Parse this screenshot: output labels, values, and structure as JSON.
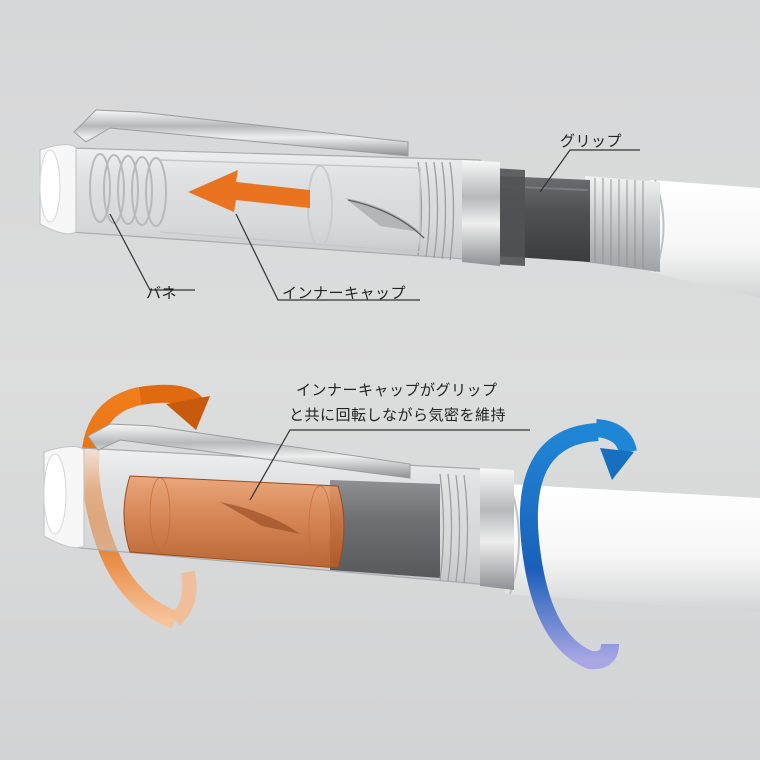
{
  "labels": {
    "grip": "グリップ",
    "spring": "バネ",
    "inner_cap": "インナーキャップ",
    "rotation_line1": "インナーキャップがグリップ",
    "rotation_line2": "と共に回転しながら気密を維持"
  },
  "colors": {
    "background": "#d9dadb",
    "orange_accent": "#e8741c",
    "blue_accent": "#1e6fc8",
    "grip_dark": "#555759",
    "inner_cap_orange": "#d9773a"
  }
}
